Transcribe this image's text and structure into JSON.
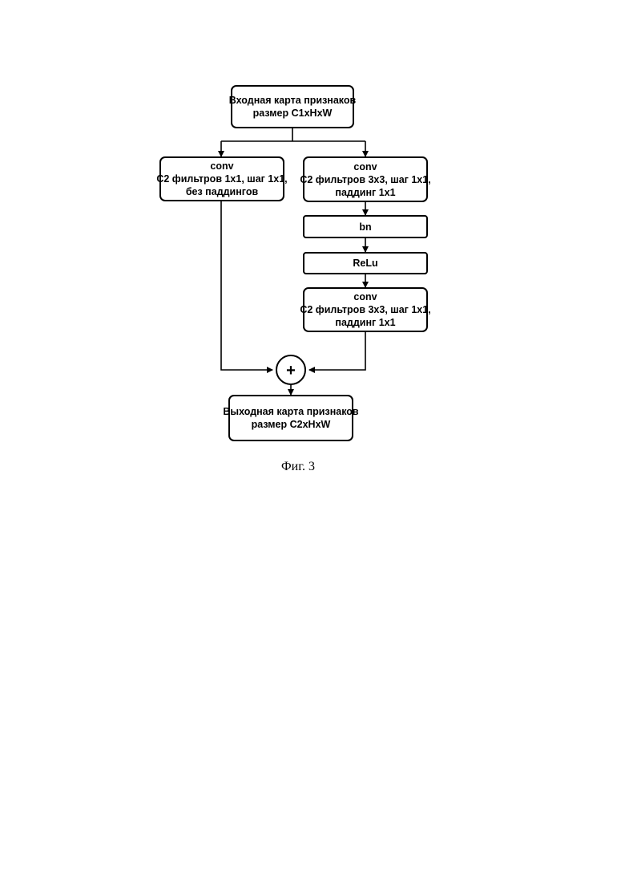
{
  "diagram": {
    "input_node": [
      "Входная карта признаков",
      "размер C1xHxW"
    ],
    "left_conv": [
      "conv",
      "C2 фильтров 1x1, шаг 1x1,",
      "без паддингов"
    ],
    "right_conv_1": [
      "conv",
      "C2 фильтров 3x3, шаг 1x1,",
      "паддинг 1x1"
    ],
    "bn_node": "bn",
    "relu_node": "ReLu",
    "right_conv_2": [
      "conv",
      "C2 фильтров 3x3, шаг 1x1,",
      "паддинг 1x1"
    ],
    "sum_symbol": "+",
    "output_node": [
      "Выходная карта признаков",
      "размер C2xHxW"
    ]
  },
  "caption": "Фиг. 3"
}
